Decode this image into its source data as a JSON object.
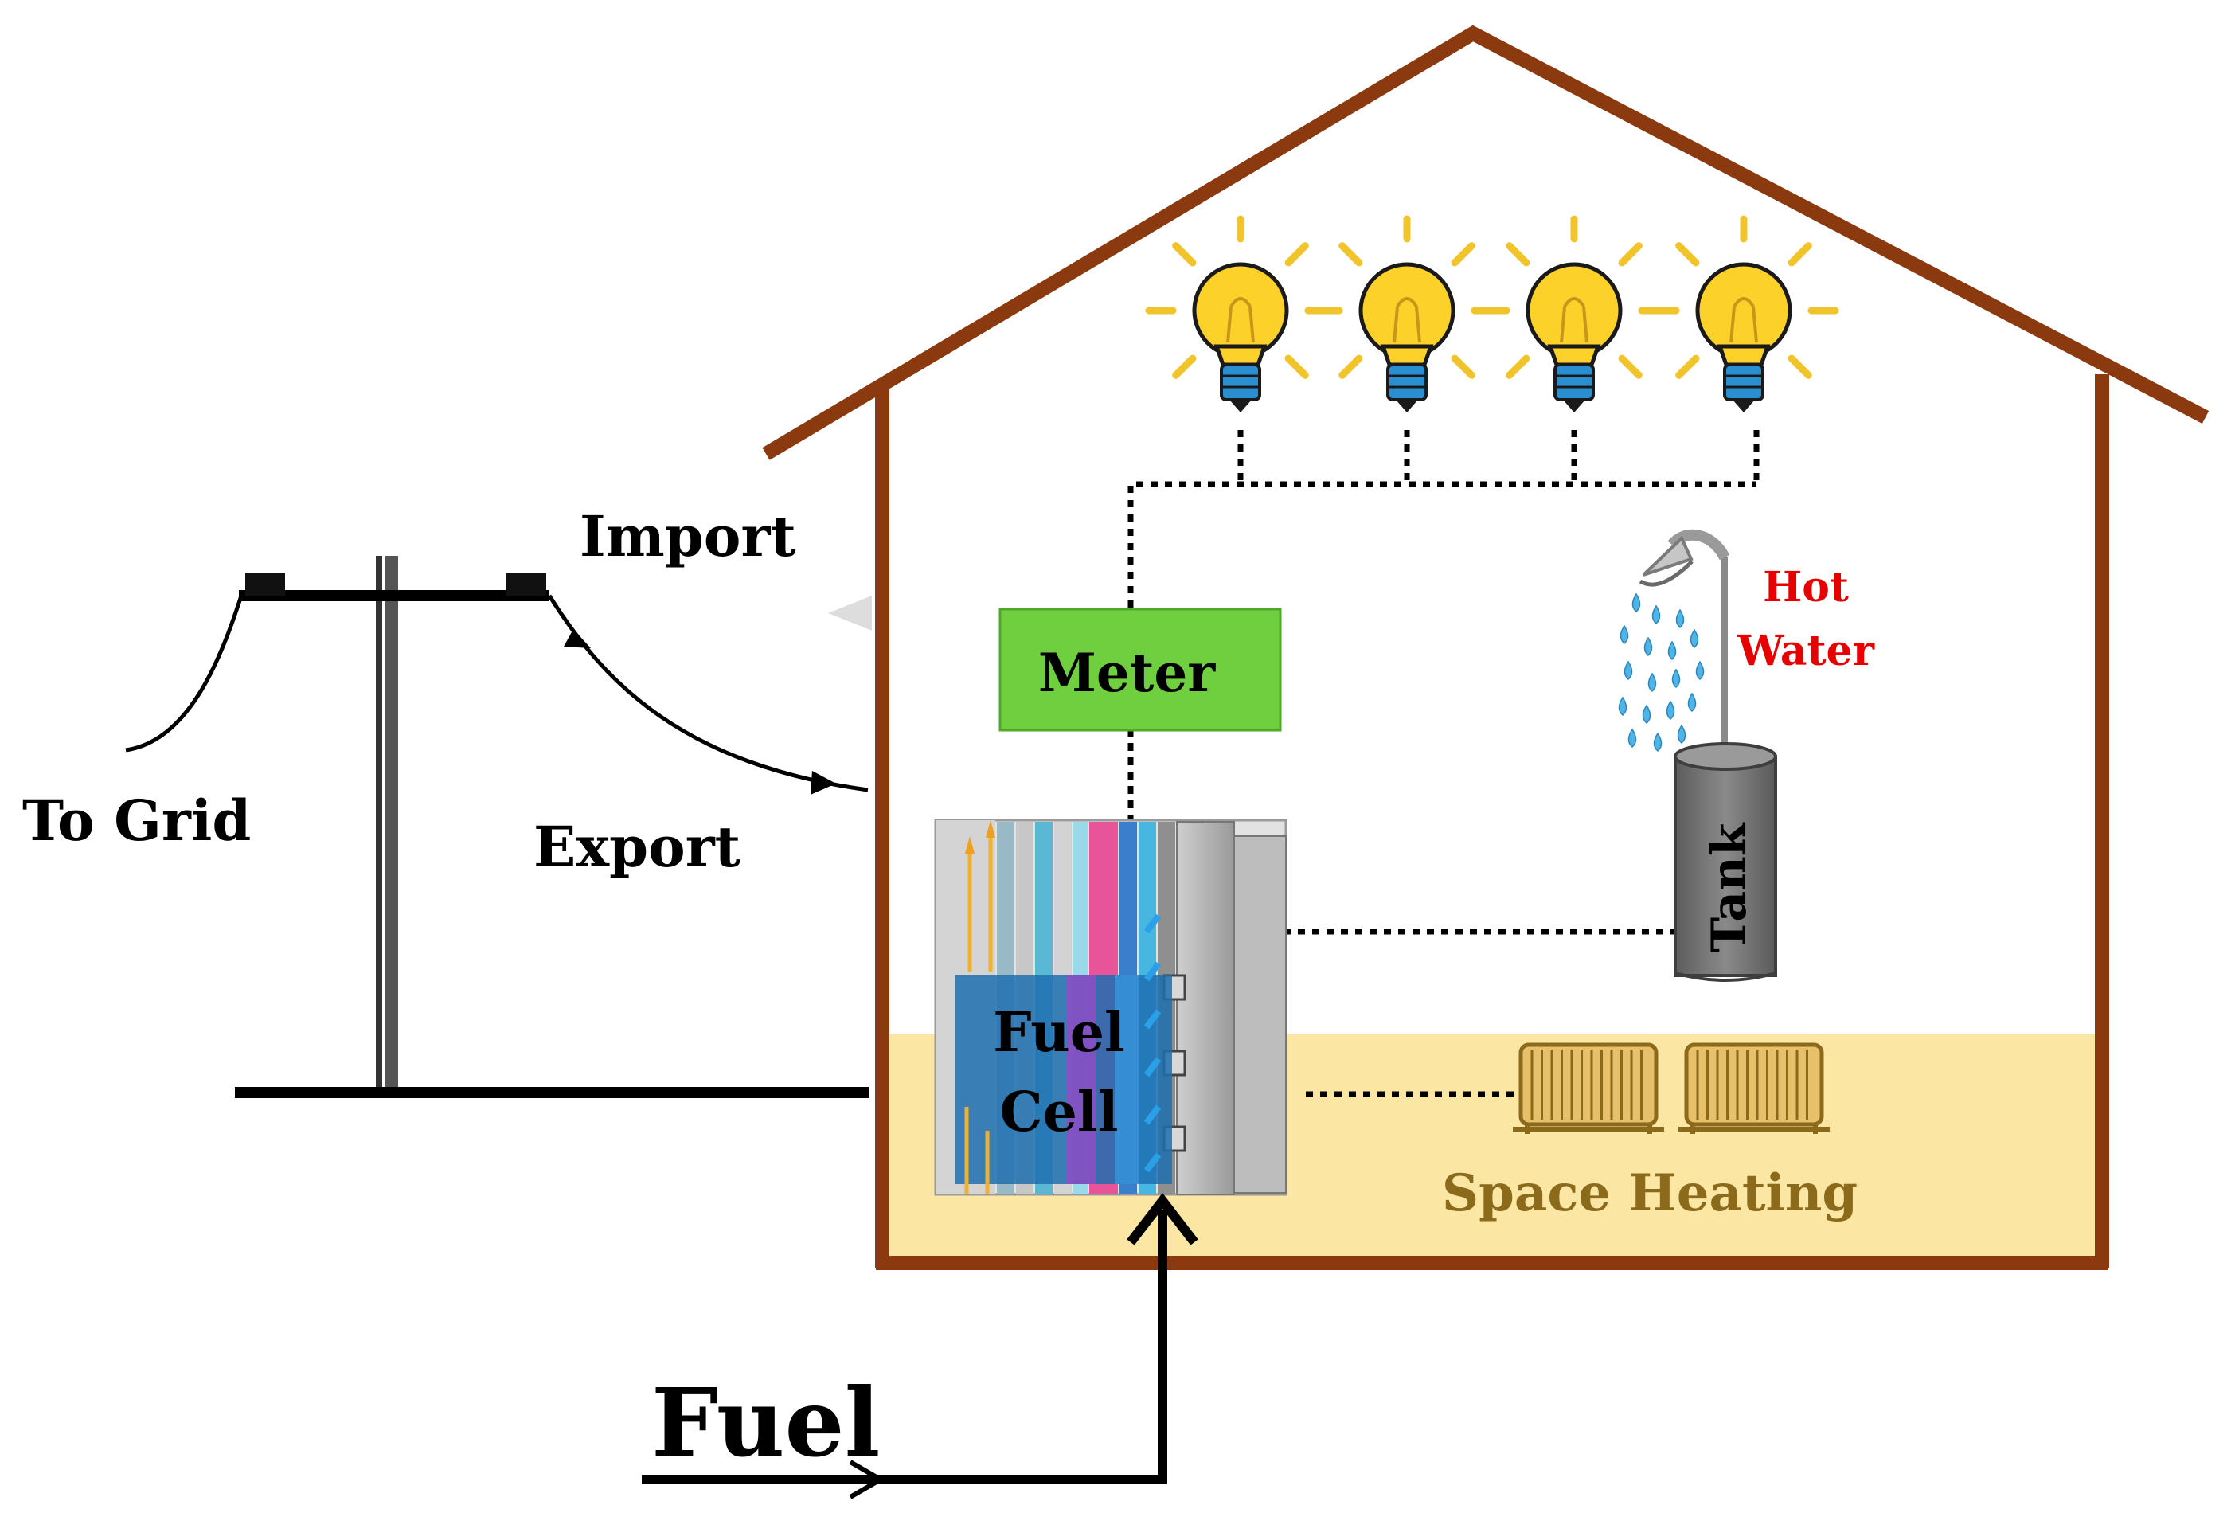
{
  "labels": {
    "to_grid": "To Grid",
    "import": "Import",
    "export": "Export",
    "meter": "Meter",
    "hot_water": [
      "Hot",
      "Water"
    ],
    "tank": "Tank",
    "fuel_cell": [
      "Fuel",
      "Cell"
    ],
    "space_heating": "Space Heating",
    "fuel": "Fuel"
  },
  "colors": {
    "house_outline": "#8b3a10",
    "floor_fill": "#fbe6a4",
    "meter_fill": "#6fcf3f",
    "bulb": "#fcd12a",
    "hot_water_text": "#e60000",
    "space_heating_text": "#8c6a1c",
    "tank": "#707070"
  },
  "icons": [
    "light-bulb-icon",
    "shower-head-icon",
    "water-tank-icon",
    "radiator-icon",
    "fuel-cell-stack-icon",
    "power-pole-icon"
  ]
}
